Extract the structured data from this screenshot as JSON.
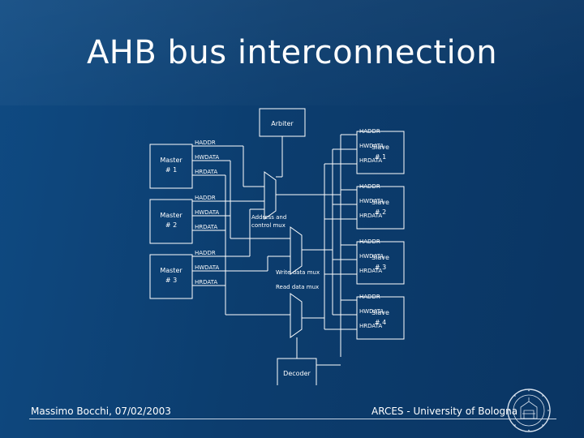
{
  "slide": {
    "title": "AHB bus interconnection",
    "footer_left": "Massimo Bocchi, 07/02/2003",
    "footer_right": "ARCES - University of Bologna"
  },
  "diagram": {
    "arbiter": "Arbiter",
    "decoder": "Decoder",
    "masters": [
      {
        "name": "Master",
        "num": "# 1",
        "signals": [
          "HADDR",
          "HWDATA",
          "HRDATA"
        ]
      },
      {
        "name": "Master",
        "num": "# 2",
        "signals": [
          "HADDR",
          "HWDATA",
          "HRDATA"
        ]
      },
      {
        "name": "Master",
        "num": "# 3",
        "signals": [
          "HADDR",
          "HWDATA",
          "HRDATA"
        ]
      }
    ],
    "slaves": [
      {
        "name": "Slave",
        "num": "# 1",
        "signals": [
          "HADDR",
          "HWDATA",
          "HRDATA"
        ]
      },
      {
        "name": "Slave",
        "num": "# 2",
        "signals": [
          "HADDR",
          "HWDATA",
          "HRDATA"
        ]
      },
      {
        "name": "Slave",
        "num": "# 3",
        "signals": [
          "HADDR",
          "HWDATA",
          "HRDATA"
        ]
      },
      {
        "name": "Slave",
        "num": "# 4",
        "signals": [
          "HADDR",
          "HWDATA",
          "HRDATA"
        ]
      }
    ],
    "labels": {
      "addr_mux_1": "Address and",
      "addr_mux_2": "control mux",
      "wdata_mux": "Write data mux",
      "rdata_mux": "Read data mux"
    }
  },
  "logo": {
    "seal_text": "UNIVERSITAS BONONIENSIS"
  }
}
